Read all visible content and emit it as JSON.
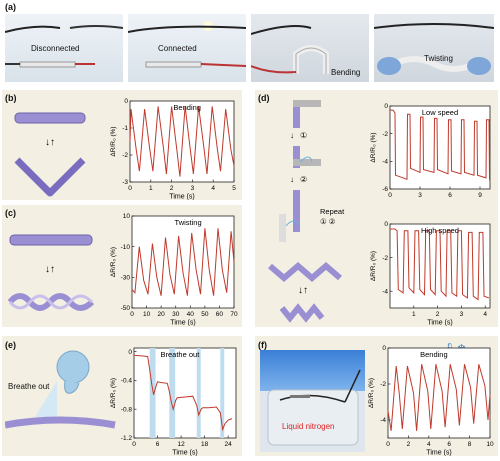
{
  "panel_a": {
    "tag": "(a)",
    "photos": [
      "Disconnected",
      "Connected",
      "Bending",
      "Twisting"
    ]
  },
  "panel_b": {
    "tag": "(b)",
    "chart_title": "Bending"
  },
  "panel_c": {
    "tag": "(c)",
    "chart_title": "Twisting"
  },
  "panel_d": {
    "tag": "(d)",
    "steps": [
      "①",
      "②"
    ],
    "repeat_label": "Repeat",
    "repeat_steps": "① ②",
    "chart_top_title": "Low speed",
    "chart_bottom_title": "High speed"
  },
  "panel_e": {
    "tag": "(e)",
    "breathe_label": "Breathe out",
    "chart_title": "Breathe out"
  },
  "panel_f": {
    "tag": "(f)",
    "liquid_label": "Liquid nitrogen",
    "chart_title": "Bending"
  },
  "chart_data": [
    {
      "id": "b",
      "type": "line",
      "title": "Bending",
      "xlabel": "Time (s)",
      "ylabel": "ΔR/R₀ (%)",
      "xlim": [
        0,
        5
      ],
      "ylim": [
        -3,
        0
      ],
      "xticks": [
        0,
        1,
        2,
        3,
        4,
        5
      ],
      "yticks": [
        0,
        -1,
        -2,
        -3
      ],
      "series": [
        {
          "color": "#c0392b",
          "x": [
            0,
            0.05,
            0.3,
            0.45,
            0.7,
            0.95,
            1.1,
            1.35,
            1.6,
            1.75,
            2.0,
            2.25,
            2.4,
            2.65,
            2.9,
            3.05,
            3.3,
            3.55,
            3.7,
            3.95,
            4.2,
            4.35,
            4.6,
            4.85,
            5.0
          ],
          "y": [
            -1.5,
            -0.3,
            -1.8,
            -2.6,
            -0.3,
            -1.8,
            -2.6,
            -0.2,
            -1.7,
            -2.7,
            -0.2,
            -1.8,
            -2.8,
            -0.2,
            -1.8,
            -2.7,
            -0.2,
            -1.7,
            -2.7,
            -0.2,
            -1.8,
            -2.6,
            -0.3,
            -1.8,
            -2.4
          ]
        }
      ]
    },
    {
      "id": "c",
      "type": "line",
      "title": "Twisting",
      "xlabel": "Time (s)",
      "ylabel": "ΔR/R₀ (%)",
      "xlim": [
        0,
        70
      ],
      "ylim": [
        -50,
        10
      ],
      "xticks": [
        0,
        10,
        20,
        30,
        40,
        50,
        60,
        70
      ],
      "yticks": [
        10,
        -10,
        -30,
        -50
      ],
      "series": [
        {
          "color": "#c0392b",
          "x": [
            0,
            2,
            5,
            8,
            11,
            14,
            17,
            20,
            23,
            26,
            29,
            32,
            35,
            38,
            41,
            44,
            47,
            50,
            53,
            56,
            59,
            62,
            65,
            68,
            70
          ],
          "y": [
            -38,
            -40,
            -10,
            -32,
            -41,
            -8,
            -30,
            -42,
            -4,
            -28,
            -41,
            -3,
            -27,
            -42,
            -1,
            -25,
            -41,
            2,
            -25,
            -42,
            2,
            -25,
            -40,
            0,
            -20
          ]
        }
      ]
    },
    {
      "id": "d1",
      "type": "line",
      "title": "Low speed",
      "xlabel": "",
      "ylabel": "ΔR/R₀ (%)",
      "xlim": [
        0,
        10
      ],
      "ylim": [
        -6,
        0
      ],
      "xticks": [
        0,
        3,
        6,
        9
      ],
      "yticks": [
        0,
        -2,
        -4,
        -6
      ],
      "series": [
        {
          "color": "#c0392b",
          "x": [
            0,
            0.3,
            0.5,
            0.55,
            1.7,
            1.75,
            2.0,
            2.05,
            3.0,
            3.05,
            3.3,
            3.35,
            4.4,
            4.45,
            4.7,
            4.75,
            5.8,
            5.85,
            6.1,
            6.15,
            7.1,
            7.15,
            7.4,
            7.45,
            8.4,
            8.45,
            8.7,
            8.75,
            9.6,
            9.65,
            9.9,
            9.95,
            10
          ],
          "y": [
            -0.3,
            -0.3,
            -0.5,
            -5.0,
            -5.3,
            -0.6,
            -0.6,
            -4.5,
            -4.8,
            -0.8,
            -0.8,
            -4.6,
            -4.8,
            -0.9,
            -0.9,
            -4.6,
            -4.9,
            -1.0,
            -1.0,
            -4.7,
            -4.9,
            -1.0,
            -1.0,
            -4.8,
            -5.0,
            -1.1,
            -1.1,
            -5.0,
            -5.2,
            -1.0,
            -1.0,
            -5.3,
            -5.4
          ]
        }
      ]
    },
    {
      "id": "d2",
      "type": "line",
      "title": "High speed",
      "xlabel": "Time (s)",
      "ylabel": "ΔR/R₀ (%)",
      "xlim": [
        0,
        4.2
      ],
      "ylim": [
        -5,
        0
      ],
      "xticks": [
        1,
        2,
        3,
        4
      ],
      "yticks": [
        0,
        -2,
        -4
      ],
      "series": [
        {
          "color": "#c0392b",
          "x": [
            0,
            0.2,
            0.3,
            0.35,
            0.55,
            0.6,
            0.75,
            0.8,
            1.0,
            1.05,
            1.2,
            1.25,
            1.45,
            1.5,
            1.65,
            1.7,
            1.9,
            1.95,
            2.1,
            2.15,
            2.35,
            2.4,
            2.55,
            2.6,
            2.8,
            2.85,
            3.0,
            3.05,
            3.25,
            3.3,
            3.45,
            3.5,
            3.7,
            3.75,
            3.9,
            3.95,
            4.15
          ],
          "y": [
            -0.3,
            -0.3,
            -0.4,
            -3.9,
            -4.1,
            -0.4,
            -0.4,
            -3.8,
            -4.1,
            -0.4,
            -0.4,
            -3.9,
            -4.2,
            -0.4,
            -0.4,
            -3.9,
            -4.2,
            -0.4,
            -0.4,
            -4.0,
            -4.3,
            -0.4,
            -0.4,
            -4.1,
            -4.3,
            -0.4,
            -0.4,
            -4.2,
            -4.4,
            -0.5,
            -0.5,
            -4.3,
            -4.5,
            -0.5,
            -0.5,
            -4.3,
            -4.4
          ]
        }
      ]
    },
    {
      "id": "e",
      "type": "line",
      "title": "Breathe out",
      "xlabel": "Time (s)",
      "ylabel": "ΔR/R₀ (%)",
      "xlim": [
        0,
        26
      ],
      "ylim": [
        -1.2,
        0.05
      ],
      "xticks": [
        0,
        6,
        12,
        18,
        24
      ],
      "yticks": [
        0.0,
        -0.4,
        -0.8,
        -1.2
      ],
      "shaded_x": [
        [
          4,
          5.5
        ],
        [
          9,
          10.5
        ],
        [
          16,
          17
        ],
        [
          22,
          23
        ]
      ],
      "series": [
        {
          "color": "#c0392b",
          "x": [
            0,
            2,
            3.5,
            4,
            4.5,
            5,
            5.6,
            6,
            7,
            8.5,
            9,
            9.5,
            10,
            10.6,
            11,
            13,
            15,
            16,
            16.5,
            17.1,
            17.5,
            19,
            21,
            22,
            22.6,
            23.2,
            24,
            25
          ],
          "y": [
            -0.05,
            -0.06,
            -0.07,
            -0.25,
            -0.45,
            -0.6,
            -0.48,
            -0.42,
            -0.43,
            -0.44,
            -0.55,
            -0.7,
            -0.8,
            -0.68,
            -0.64,
            -0.63,
            -0.62,
            -0.75,
            -0.88,
            -0.8,
            -0.78,
            -0.78,
            -0.77,
            -0.85,
            -1.08,
            -1.0,
            -0.95,
            -0.93
          ]
        }
      ]
    },
    {
      "id": "f",
      "type": "line",
      "title": "Bending",
      "xlabel": "Time (s)",
      "ylabel": "ΔR/R₀ (%)",
      "xlim": [
        0,
        10
      ],
      "ylim": [
        -5,
        0
      ],
      "xticks": [
        0,
        2,
        4,
        6,
        8,
        10
      ],
      "yticks": [
        0,
        -2,
        -4
      ],
      "series": [
        {
          "color": "#c0392b",
          "x": [
            0,
            0.3,
            0.8,
            1.1,
            1.4,
            1.9,
            2.5,
            2.8,
            3.3,
            3.9,
            4.2,
            4.7,
            5.3,
            5.6,
            6.1,
            6.7,
            7.0,
            7.5,
            8.1,
            8.4,
            8.9,
            9.5,
            9.8,
            10
          ],
          "y": [
            -3.5,
            -4.6,
            -1.0,
            -2.5,
            -4.5,
            -1.0,
            -2.5,
            -4.6,
            -0.9,
            -2.4,
            -4.5,
            -0.9,
            -2.4,
            -4.4,
            -0.9,
            -2.3,
            -4.3,
            -0.9,
            -2.2,
            -4.2,
            -0.9,
            -2.1,
            -4.0,
            -2.6
          ]
        }
      ]
    }
  ]
}
